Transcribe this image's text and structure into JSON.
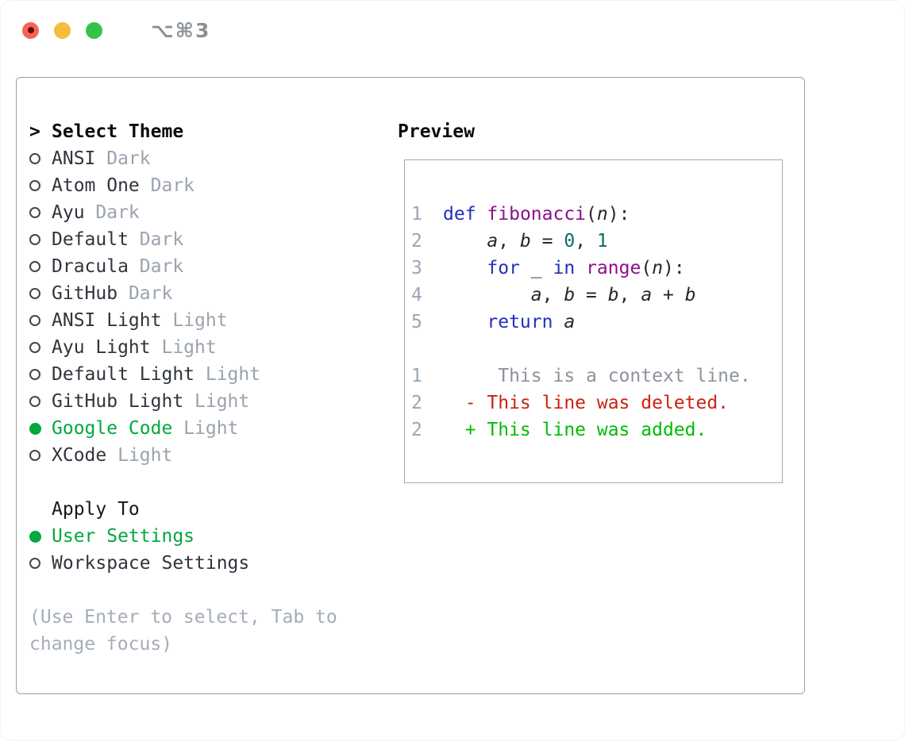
{
  "titlebar": {
    "shortcut": "⌥⌘3",
    "close_icon": "circle-filled-with-dot",
    "minimize_icon": "circle-filled",
    "zoom_icon": "circle-filled"
  },
  "theme_list": {
    "cursor": ">",
    "title": "Select Theme",
    "radio_unselected_icon": "circle-outline",
    "radio_selected_icon": "circle-filled-green",
    "items": [
      {
        "name": "ANSI",
        "variant": "Dark",
        "selected": false
      },
      {
        "name": "Atom One",
        "variant": "Dark",
        "selected": false
      },
      {
        "name": "Ayu",
        "variant": "Dark",
        "selected": false
      },
      {
        "name": "Default",
        "variant": "Dark",
        "selected": false
      },
      {
        "name": "Dracula",
        "variant": "Dark",
        "selected": false
      },
      {
        "name": "GitHub",
        "variant": "Dark",
        "selected": false
      },
      {
        "name": "ANSI Light",
        "variant": "Light",
        "selected": false
      },
      {
        "name": "Ayu Light",
        "variant": "Light",
        "selected": false
      },
      {
        "name": "Default Light",
        "variant": "Light",
        "selected": false
      },
      {
        "name": "GitHub Light",
        "variant": "Light",
        "selected": false
      },
      {
        "name": "Google Code",
        "variant": "Light",
        "selected": true
      },
      {
        "name": "XCode",
        "variant": "Light",
        "selected": false
      }
    ]
  },
  "apply_to": {
    "title": "Apply To",
    "items": [
      {
        "name": "User Settings",
        "selected": true
      },
      {
        "name": "Workspace Settings",
        "selected": false
      }
    ]
  },
  "hint": "(Use Enter to select, Tab to change focus)",
  "preview": {
    "title": "Preview",
    "lines": [
      {
        "ln": "1",
        "tokens": [
          {
            "t": "def",
            "c": "kw"
          },
          {
            "t": " "
          },
          {
            "t": "fibonacci",
            "c": "fn"
          },
          {
            "t": "("
          },
          {
            "t": "n",
            "c": "var"
          },
          {
            "t": "):"
          }
        ]
      },
      {
        "ln": "2",
        "tokens": [
          {
            "t": "    "
          },
          {
            "t": "a",
            "c": "var"
          },
          {
            "t": ", "
          },
          {
            "t": "b",
            "c": "var"
          },
          {
            "t": " = "
          },
          {
            "t": "0",
            "c": "num"
          },
          {
            "t": ", "
          },
          {
            "t": "1",
            "c": "num"
          }
        ]
      },
      {
        "ln": "3",
        "tokens": [
          {
            "t": "    "
          },
          {
            "t": "for",
            "c": "kw"
          },
          {
            "t": " "
          },
          {
            "t": "_",
            "c": "var"
          },
          {
            "t": " "
          },
          {
            "t": "in",
            "c": "kw"
          },
          {
            "t": " "
          },
          {
            "t": "range",
            "c": "fn"
          },
          {
            "t": "("
          },
          {
            "t": "n",
            "c": "var"
          },
          {
            "t": "):"
          }
        ]
      },
      {
        "ln": "4",
        "tokens": [
          {
            "t": "        "
          },
          {
            "t": "a",
            "c": "var"
          },
          {
            "t": ", "
          },
          {
            "t": "b",
            "c": "var"
          },
          {
            "t": " = "
          },
          {
            "t": "b",
            "c": "var"
          },
          {
            "t": ", "
          },
          {
            "t": "a",
            "c": "var"
          },
          {
            "t": " + "
          },
          {
            "t": "b",
            "c": "var"
          }
        ]
      },
      {
        "ln": "5",
        "tokens": [
          {
            "t": "    "
          },
          {
            "t": "return",
            "c": "kw"
          },
          {
            "t": " "
          },
          {
            "t": "a",
            "c": "var"
          }
        ]
      },
      {
        "ln": "",
        "tokens": []
      },
      {
        "ln": "1",
        "tokens": [
          {
            "t": "     This is a context line.",
            "c": "ctx"
          }
        ]
      },
      {
        "ln": "2",
        "tokens": [
          {
            "t": "  - This line was deleted.",
            "c": "del"
          }
        ]
      },
      {
        "ln": "2",
        "tokens": [
          {
            "t": "  + This line was added.",
            "c": "add"
          }
        ]
      }
    ]
  },
  "colors": {
    "accent_green": "#00a83e",
    "diff_added_green": "#00bd00",
    "diff_deleted_red": "#cc2211",
    "syntax_keyword_blue": "#2230bb",
    "syntax_function_purple": "#8b108b",
    "syntax_number_teal": "#0b6b68",
    "muted_variant_gray": "#9aa3ae",
    "line_number_gray": "#9aa5b3",
    "context_line_gray": "#8c939c",
    "hint_gray": "#a5adb8",
    "panel_border_gray": "#99a1ac",
    "traffic_red": "#f4635a",
    "traffic_yellow": "#f5bd3c",
    "traffic_green": "#35c24a"
  }
}
